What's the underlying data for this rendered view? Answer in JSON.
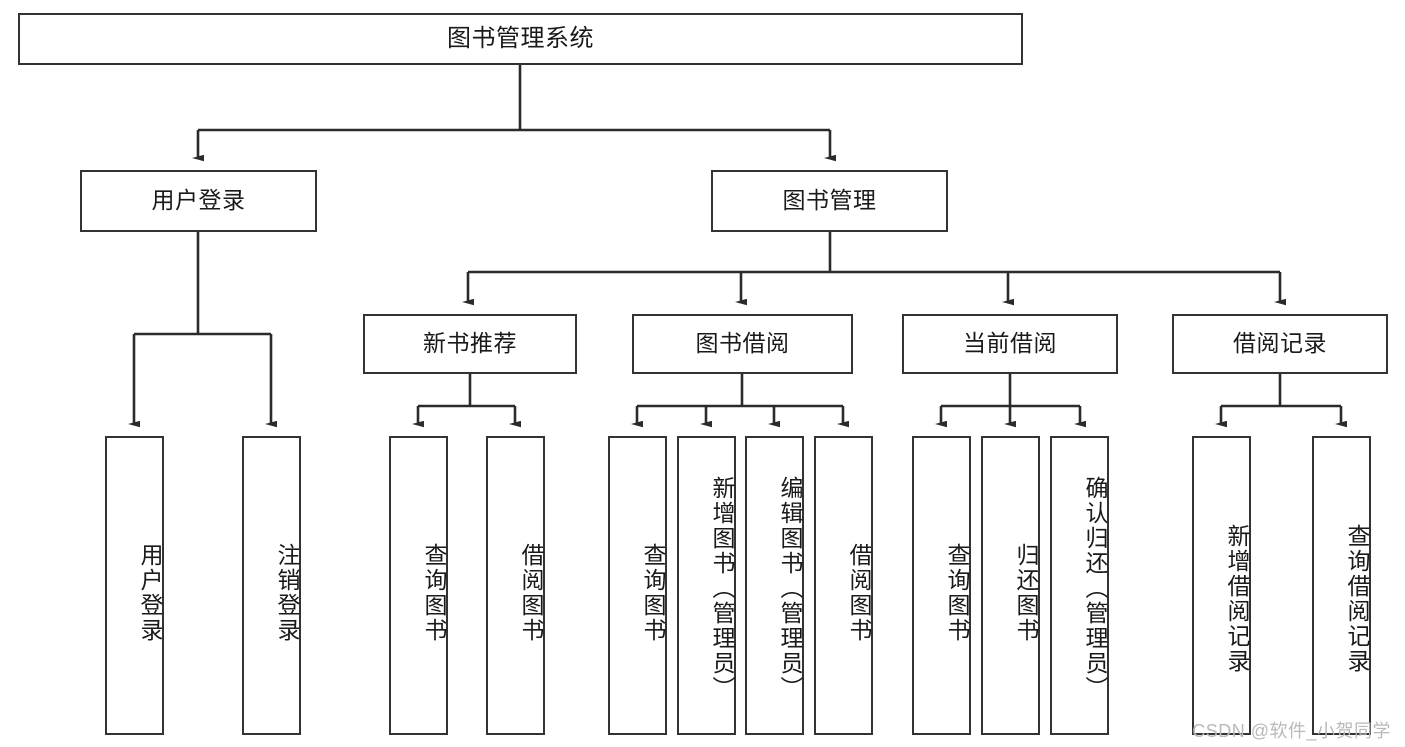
{
  "diagram": {
    "type": "tree-hierarchy-chart",
    "title": "图书管理系统",
    "style": {
      "box_border_color": "#333333",
      "box_fill_color": "#ffffff",
      "edge_color": "#2b2b2b",
      "text_color": "#1a1a1a",
      "background_color": "#ffffff",
      "watermark_color": "#b9b9b9"
    },
    "root": {
      "label": "图书管理系统",
      "name": "node-library-management-system"
    },
    "level2": [
      {
        "label": "用户登录",
        "name": "node-user-login"
      },
      {
        "label": "图书管理",
        "name": "node-book-management"
      }
    ],
    "level3": [
      {
        "label": "新书推荐",
        "name": "node-new-book-recommendation"
      },
      {
        "label": "图书借阅",
        "name": "node-book-borrowing"
      },
      {
        "label": "当前借阅",
        "name": "node-current-borrowing"
      },
      {
        "label": "借阅记录",
        "name": "node-borrowing-records"
      }
    ],
    "leaves": {
      "user_login": [
        {
          "label": "用户登录",
          "name": "leaf-user-login"
        },
        {
          "label": "注销登录",
          "name": "leaf-logout"
        }
      ],
      "new_book_recommendation": [
        {
          "label": "查询图书",
          "name": "leaf-query-books-recommend"
        },
        {
          "label": "借阅图书",
          "name": "leaf-borrow-books-recommend"
        }
      ],
      "book_borrowing": [
        {
          "label": "查询图书",
          "name": "leaf-query-books-borrow"
        },
        {
          "label": "新增图书（管理员）",
          "name": "leaf-add-book-admin"
        },
        {
          "label": "编辑图书（管理员）",
          "name": "leaf-edit-book-admin"
        },
        {
          "label": "借阅图书",
          "name": "leaf-borrow-books"
        }
      ],
      "current_borrowing": [
        {
          "label": "查询图书",
          "name": "leaf-query-books-current"
        },
        {
          "label": "归还图书",
          "name": "leaf-return-books"
        },
        {
          "label": "确认归还（管理员）",
          "name": "leaf-confirm-return-admin"
        }
      ],
      "borrowing_records": [
        {
          "label": "新增借阅记录",
          "name": "leaf-add-borrow-record"
        },
        {
          "label": "查询借阅记录",
          "name": "leaf-query-borrow-record"
        }
      ]
    },
    "watermark": "CSDN @软件_小贺同学"
  }
}
